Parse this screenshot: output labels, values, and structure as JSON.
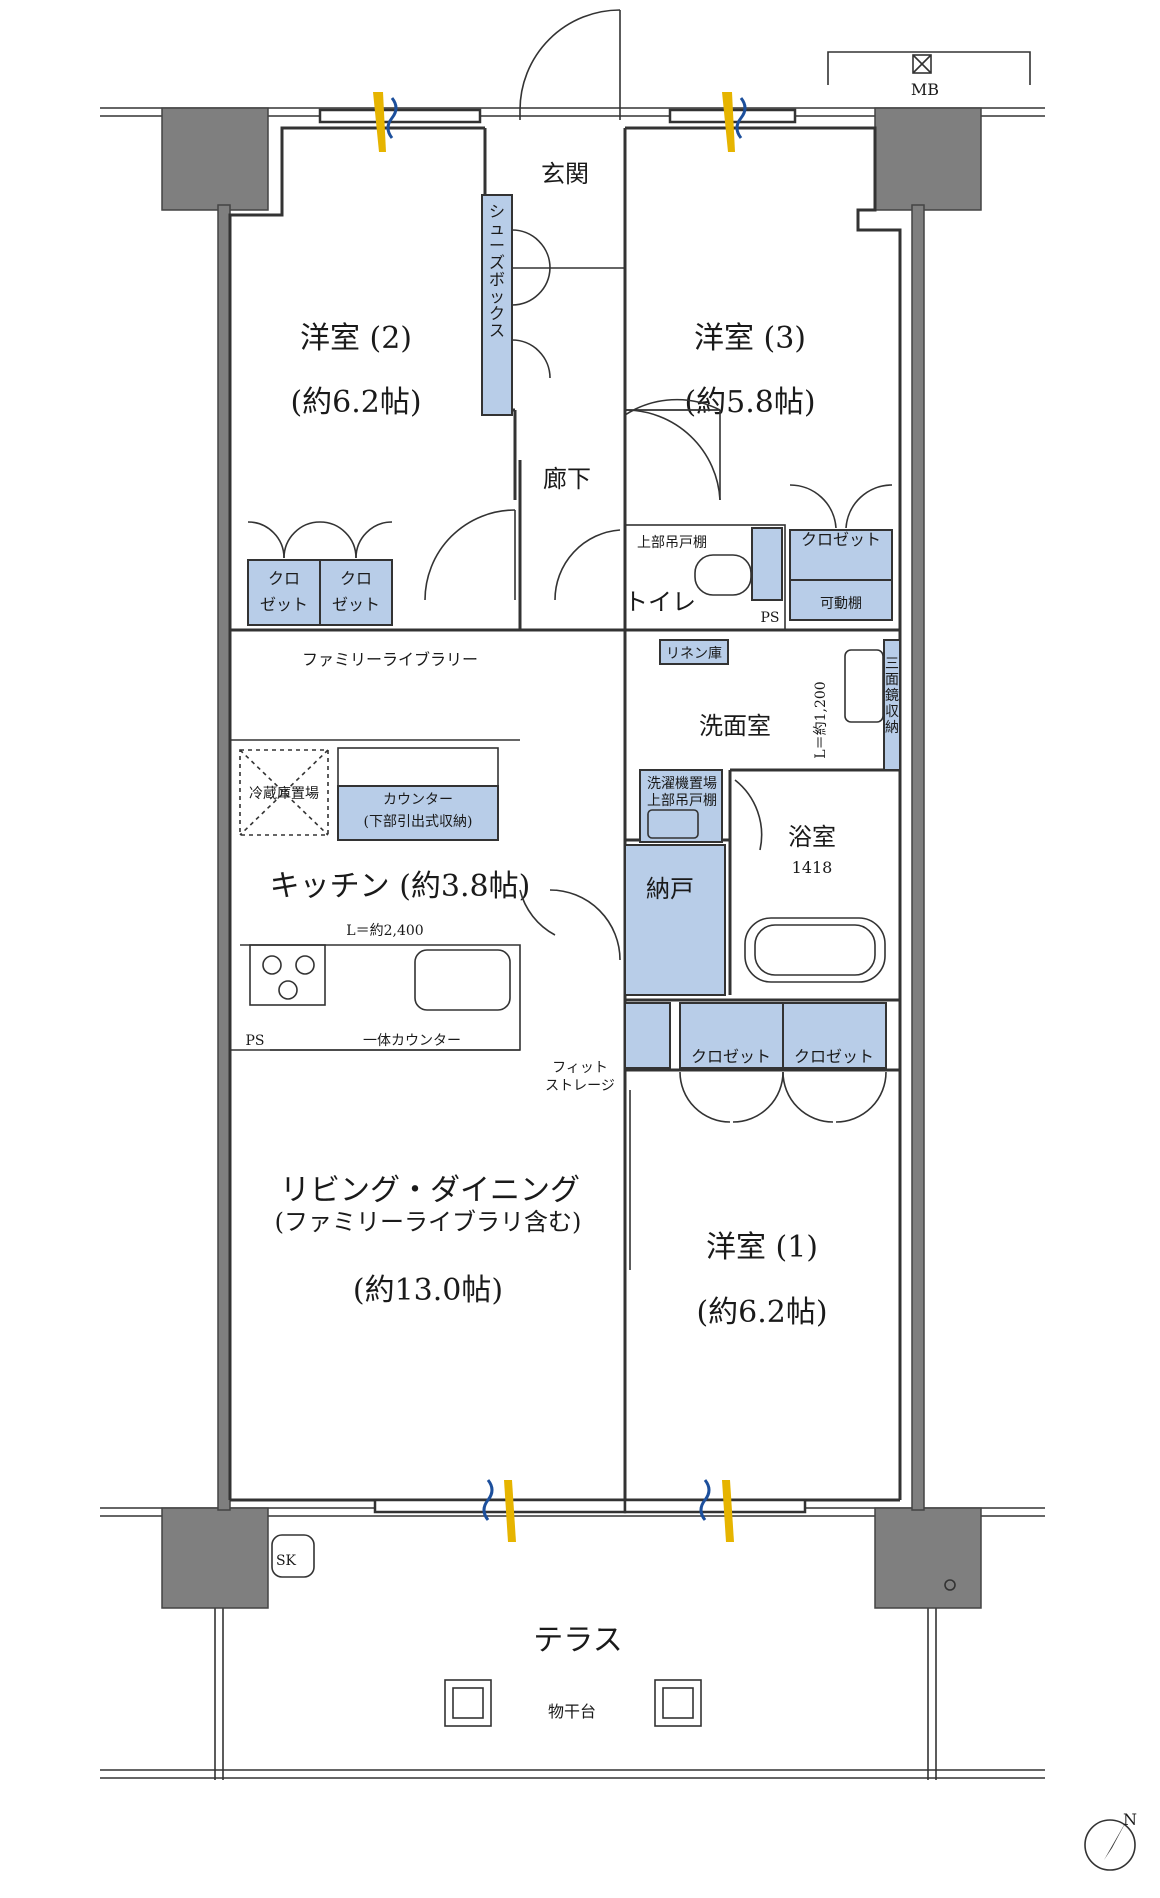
{
  "rooms": {
    "western2": {
      "name": "洋室 (2)",
      "size": "(約6.2帖)"
    },
    "western3": {
      "name": "洋室 (3)",
      "size": "(約5.8帖)"
    },
    "western1": {
      "name": "洋室 (1)",
      "size": "(約6.2帖)"
    },
    "living": {
      "name": "リビング・ダイニング",
      "note": "(ファミリーライブラリ含む)",
      "size": "(約13.0帖)"
    },
    "kitchen": {
      "name": "キッチン (約3.8帖)"
    },
    "entrance": "玄関",
    "hallway": "廊下",
    "toilet": "トイレ",
    "washroom": "洗面室",
    "bath": {
      "name": "浴室",
      "code": "1418"
    },
    "storage": "納戸",
    "terrace": "テラス"
  },
  "labels": {
    "mb": "MB",
    "shoebox": [
      "シ",
      "ュ",
      "ー",
      "ズ",
      "ボ",
      "ッ",
      "ク",
      "ス"
    ],
    "closet_small_top": "クロ",
    "closet_small_bottom": "ゼット",
    "closet": "クロゼット",
    "movable_shelf": "可動棚",
    "upper_cabinet": "上部吊戸棚",
    "ps": "PS",
    "linen": "リネン庫",
    "three_mirror": [
      "三",
      "面",
      "鏡",
      "収",
      "納"
    ],
    "washroom_length": "L＝約1,200",
    "washer_top": "洗濯機置場",
    "washer_bottom": "上部吊戸棚",
    "family_library": "ファミリーライブラリー",
    "fridge": "冷蔵庫置場",
    "counter": "カウンター",
    "counter_note": "(下部引出式収納)",
    "kitchen_length": "L＝約2,400",
    "integrated_counter": "一体カウンター",
    "fit_storage_top": "フィット",
    "fit_storage_bottom": "ストレージ",
    "sk": "SK",
    "drying_stand": "物干台",
    "compass": "N"
  }
}
